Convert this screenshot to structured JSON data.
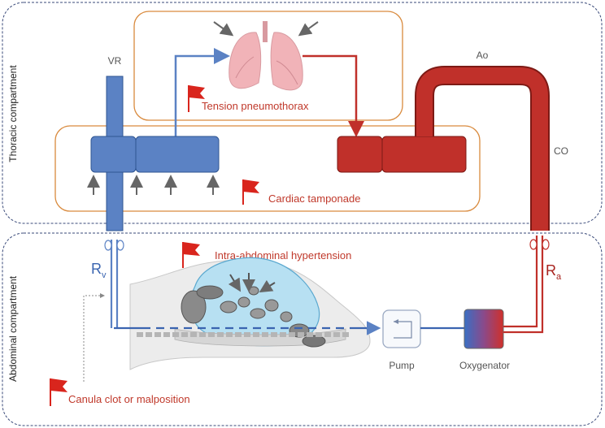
{
  "compartments": {
    "thoracic": "Thoracic compartment",
    "abdominal": "Abdominal compartment"
  },
  "vessels": {
    "vr": "VR",
    "ao": "Ao",
    "co": "CO",
    "rv_main": "R",
    "rv_sub": "v",
    "ra_main": "R",
    "ra_sub": "a"
  },
  "flags": {
    "tension_pneumothorax": "Tension pneumothorax",
    "cardiac_tamponade": "Cardiac tamponade",
    "intra_abdominal_hypertension": "Intra-abdominal hypertension",
    "canula_clot": "Canula clot or malposition"
  },
  "devices": {
    "pump": "Pump",
    "oxygenator": "Oxygenator"
  },
  "colors": {
    "venous": "#5b82c4",
    "arterial": "#c0302a",
    "flag": "#d9251d",
    "orange_box": "#d98a3d",
    "compartment_border": "#3a4a7a",
    "label_gray": "#6b6b6b",
    "flag_text": "#c0392b"
  }
}
